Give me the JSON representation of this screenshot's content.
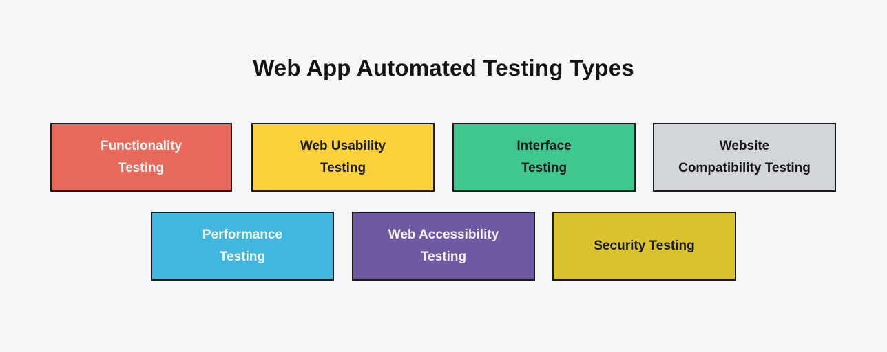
{
  "title": "Web App Automated Testing Types",
  "canvas": {
    "background": "#f5f6f8",
    "box_border_color": "#1b1b1b",
    "title_color": "#141414"
  },
  "rows": [
    {
      "boxes": [
        {
          "label": "Functionality Testing",
          "lines": [
            "Functionality",
            "Testing"
          ],
          "bg": "#e7695b",
          "text_color": "#fdf6f4"
        },
        {
          "label": "Web Usability Testing",
          "lines": [
            "Web Usability",
            "Testing"
          ],
          "bg": "#fbd23b",
          "text_color": "#1d1d1f"
        },
        {
          "label": "Interface Testing",
          "lines": [
            "Interface",
            "Testing"
          ],
          "bg": "#40c78f",
          "text_color": "#17191c"
        },
        {
          "label": "Website Compatibility Testing",
          "lines": [
            "Website",
            "Compatibility Testing"
          ],
          "bg": "#d2d6db",
          "text_color": "#15171a"
        }
      ]
    },
    {
      "boxes": [
        {
          "label": "Performance Testing",
          "lines": [
            "Performance",
            "Testing"
          ],
          "bg": "#41b7df",
          "text_color": "#f4fbfd"
        },
        {
          "label": "Web Accessibility Testing",
          "lines": [
            "Web Accessibility",
            "Testing"
          ],
          "bg": "#6f59a3",
          "text_color": "#f5f3f9"
        },
        {
          "label": "Security Testing",
          "lines": [
            "Security Testing"
          ],
          "bg": "#d9c32e",
          "text_color": "#191919"
        }
      ]
    }
  ]
}
